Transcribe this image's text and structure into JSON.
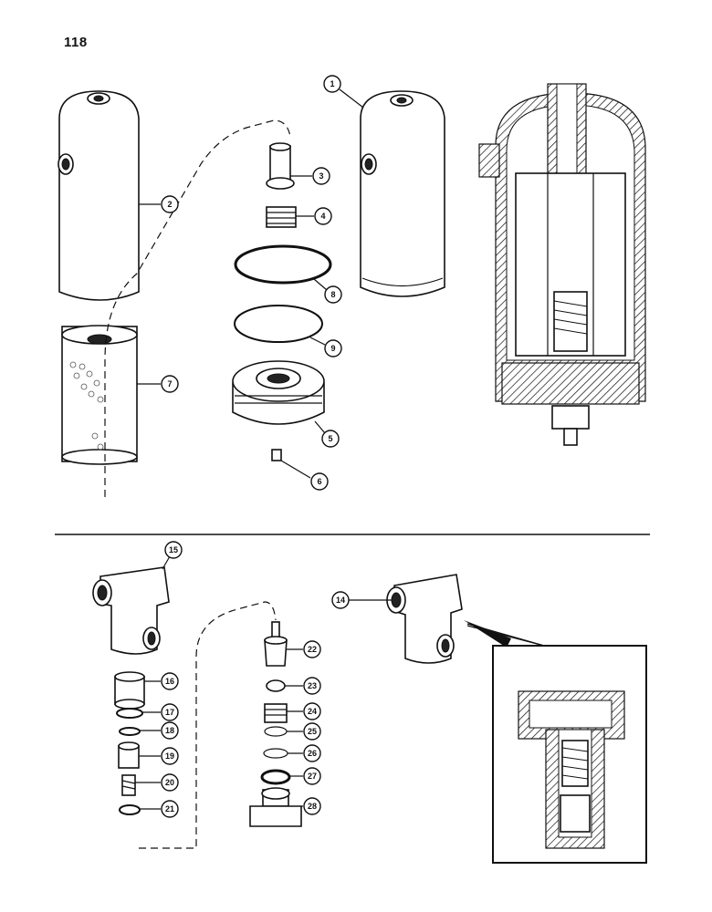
{
  "page": {
    "number": "118"
  },
  "callouts": {
    "c1": "1",
    "c2": "2",
    "c3": "3",
    "c4": "4",
    "c5": "5",
    "c6": "6",
    "c7": "7",
    "c8": "8",
    "c9": "9",
    "c14": "14",
    "c15": "15",
    "c16": "16",
    "c17": "17",
    "c18": "18",
    "c19": "19",
    "c20": "20",
    "c21": "21",
    "c22": "22",
    "c23": "23",
    "c24": "24",
    "c25": "25",
    "c26": "26",
    "c27": "27",
    "c28": "28"
  }
}
